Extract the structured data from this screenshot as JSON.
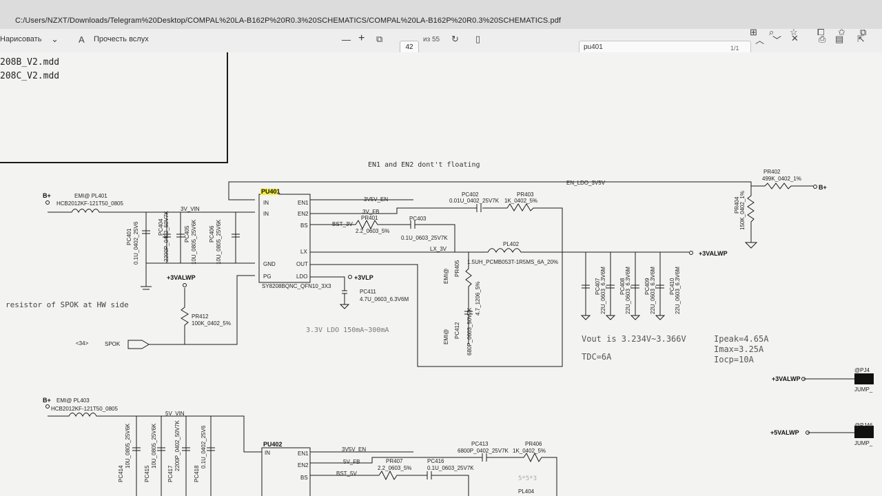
{
  "window": {
    "url": "C:/Users/NZXT/Downloads/Telegram%20Desktop/COMPAL%20LA-B162P%20R0.3%20SCHEMATICS/COMPAL%20LA-B162P%20R0.3%20SCHEMATICS.pdf"
  },
  "toolbar": {
    "draw_label": "Нарисовать",
    "read_aloud_label": "Прочесть вслух",
    "minus": "—",
    "plus": "+",
    "page_current": "42",
    "page_total": "из 55",
    "search_value": "pu401",
    "search_counter": "1/1"
  },
  "schematic": {
    "file1": "208B_V2.mdd",
    "file2": "208C_V2.mdd",
    "note_en": "EN1 and EN2 dont't floating",
    "note_res": "resistor of SPOK at HW side",
    "ldo_note": "3.3V LDO 150mA~300mA",
    "vout_note": "Vout is 3.234V~3.366V",
    "tdc_note": "TDC=6A",
    "ipeak": "Ipeak=4.65A",
    "imax": "Imax=3.25A",
    "iocp": "Iocp=10A",
    "b_plus": "B+",
    "b_plus_right": "B+",
    "b_plus_2": "B+",
    "pl401": "EMI@ PL401",
    "pl401_part": "HCB2012KF-121T50_0805",
    "pl403": "EMI@ PL403",
    "pl403_part": "HCB2012KF-121T50_0805",
    "net_3v_vin": "3V_VIN",
    "net_5v_vin": "5V_VIN",
    "net_en_ldo": "EN_LDO_3V5V",
    "net_3v5v_en": "3V5V_EN",
    "net_3v_fb": "3V_FB",
    "net_bst_3v": "BST_3V",
    "net_lx_3v": "LX_3V",
    "net_3v5v_en2": "3V5V_EN",
    "net_5v_fb": "5V_FB",
    "net_bst_5v": "BST_5V",
    "pu401": "PU401",
    "pu401_part": "SY8208BQNC_QFN10_3X3",
    "pu402": "PU402",
    "pin_in1": "IN",
    "pin_in2": "IN",
    "pin_gnd": "GND",
    "pin_pg": "PG",
    "pin_en1": "EN1",
    "pin_en2": "EN2",
    "pin_bs": "BS",
    "pin_lx": "LX",
    "pin_out": "OUT",
    "pin_ldo": "LDO",
    "pin_in_b": "IN",
    "pin_en1_b": "EN1",
    "pin_en2_b": "EN2",
    "pin_bs_b": "BS",
    "pc401": "PC401",
    "pc401_v": "0.1U_0402_25V6",
    "pc404": "PC404",
    "pc404_v": "2200P_0402_50V7K",
    "pc405": "PC405",
    "pc405_v": "10U_0805_25V6K",
    "pc406": "PC406",
    "pc406_v": "10U_0805_25V6K",
    "pr412": "PR412",
    "pr412_v": "100K_0402_5%",
    "spok": "SPOK",
    "spok_ref": "<34>",
    "vl_3valwp": "+3VALWP",
    "vl_3valwp_out": "+3VALWP",
    "vl_3vlp": "+3VLP",
    "pc411": "PC411",
    "pc411_v": "4.7U_0603_6.3V6M",
    "pr401": "PR401",
    "pr401_v": "2.2_0603_5%",
    "pc403": "PC403",
    "pc403_v": "0.1U_0603_25V7K",
    "pc402": "PC402",
    "pc402_v": "0.01U_0402_25V7K",
    "pr403": "PR403",
    "pr403_v": "1K_0402_5%",
    "pr402": "PR402",
    "pr402_v": "499K_0402_1%",
    "pr404": "PR404",
    "pr404_v": "150K_0402_1%",
    "pl402": "PL402",
    "pl402_part": "1.5UH_PCMB053T-1R5MS_6A_20%",
    "pr405": "PR405",
    "pr405_v": "4.7_1206_5%",
    "pc412": "PC412",
    "pc412_v": "680P_0603_50V7K",
    "pc407": "PC407",
    "pc408": "PC408",
    "pc409": "PC409",
    "pc410": "PC410",
    "cap22u": "22U_0603_6.3V6M",
    "pj_3valwp": "+3VALWP",
    "pj_5valwp": "+5VALWP",
    "pj1": "@PJ4",
    "pj2": "@PJ46",
    "jump": "JUMP_",
    "pc414": "PC414",
    "pc414_v": "10U_0805_25V6K",
    "pc415": "PC415",
    "pc415_v": "10U_0805_25V6K",
    "pc417": "PC417",
    "pc417_v": "2200P_0402_50V7K",
    "pc418": "PC418",
    "pc418_v": "0.1U_0402_25V6",
    "pr407": "PR407",
    "pr407_v": "2.2_0603_5%",
    "pc416": "PC416",
    "pc416_v": "0.1U_0603_25V7K",
    "pc413": "PC413",
    "pc413_v": "6800P_0402_25V7K",
    "pr406": "PR406",
    "pr406_v": "1K_0402_5%",
    "pl404": "PL404",
    "fivexfive": "5*5*3",
    "emi_at": "EMI@",
    "at": "@"
  }
}
